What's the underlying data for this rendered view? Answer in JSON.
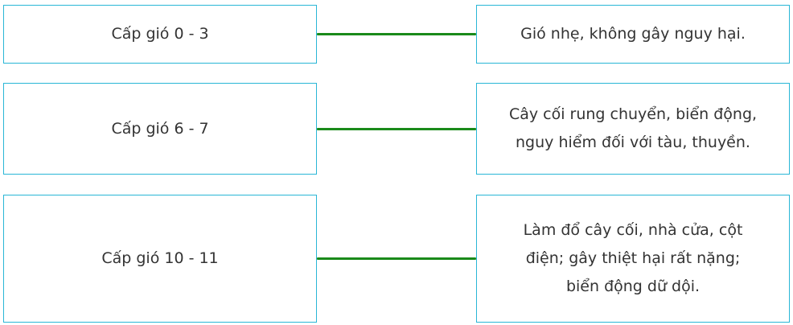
{
  "colors": {
    "box_border": "#29b6d6",
    "connector": "#1a8a1a",
    "text": "#333333"
  },
  "rows": [
    {
      "level": "Cấp gió 0 - 3",
      "effect_lines": [
        "Gió nhẹ, không gây nguy hại."
      ]
    },
    {
      "level": "Cấp gió 6 - 7",
      "effect_lines": [
        "Cây cối rung chuyển, biển động,",
        "nguy hiểm đối với tàu, thuyền."
      ]
    },
    {
      "level": "Cấp gió 10 - 11",
      "effect_lines": [
        "Làm đổ cây cối, nhà cửa, cột",
        "điện; gây thiệt hại rất nặng;",
        "biển động dữ dội."
      ]
    }
  ]
}
